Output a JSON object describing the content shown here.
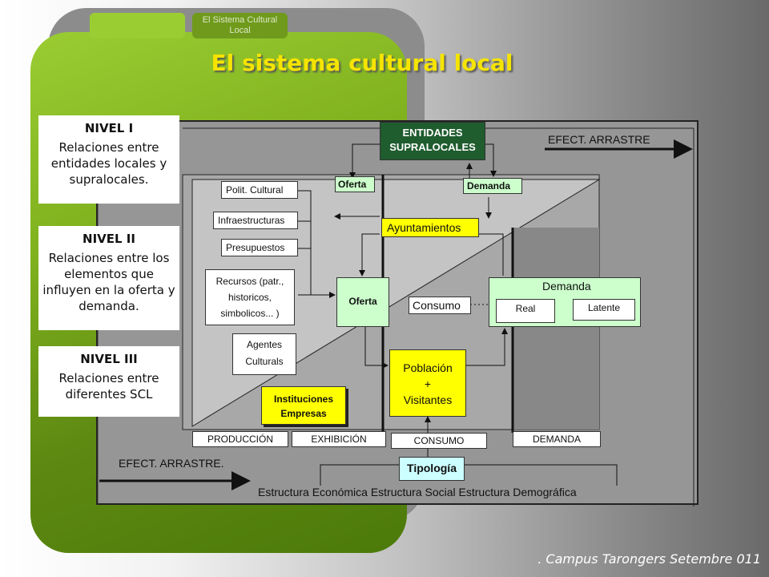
{
  "tabs": [
    {
      "label": ""
    },
    {
      "label": "El Sistema Cultural Local"
    }
  ],
  "title": "El sistema cultural local",
  "levels": [
    {
      "heading": "NIVEL I",
      "text": "Relaciones entre entidades locales y supralocales."
    },
    {
      "heading": "NIVEL II",
      "text": "Relaciones entre los elementos que influyen en la oferta y demanda."
    },
    {
      "heading": "NIVEL III",
      "text": "Relaciones entre diferentes SCL"
    }
  ],
  "diagram": {
    "entidades": "ENTIDADES SUPRALOCALES",
    "efect_top": "EFECT. ARRASTRE",
    "efect_bottom": "EFECT. ARRASTRE.",
    "oferta_top": "Oferta",
    "demanda_top": "Demanda",
    "ayuntamientos": "Ayuntamientos",
    "polit_cultural": "Polit. Cultural",
    "infraestructuras": "Infraestructuras",
    "presupuestos": "Presupuestos",
    "recursos": "Recursos (patr., historicos, simbolicos... )",
    "agentes": "Agentes Culturals",
    "oferta_mid": "Oferta",
    "consumo_mid": "Consumo",
    "demanda_mid": "Demanda",
    "real": "Real",
    "latente": "Latente",
    "poblacion_1": "Población",
    "poblacion_2": "+",
    "poblacion_3": "Visitantes",
    "instituciones": "Instituciones Empresas",
    "produccion": "PRODUCCIÓN",
    "exhibicion": "EXHIBICIÓN",
    "consumo_bottom": "CONSUMO",
    "demanda_bottom": "DEMANDA",
    "tipologia": "Tipología",
    "estructuras": "Estructura Económica Estructura Social Estructura Demográfica"
  },
  "footer": ". Campus Tarongers Setembre 011",
  "colors": {
    "green": "#9acd32",
    "yellow": "#ffff00",
    "title": "#f5e400",
    "light_green": "#ccffcc",
    "dark_green": "#1f5c2e",
    "light_cyan": "#ccffff"
  }
}
